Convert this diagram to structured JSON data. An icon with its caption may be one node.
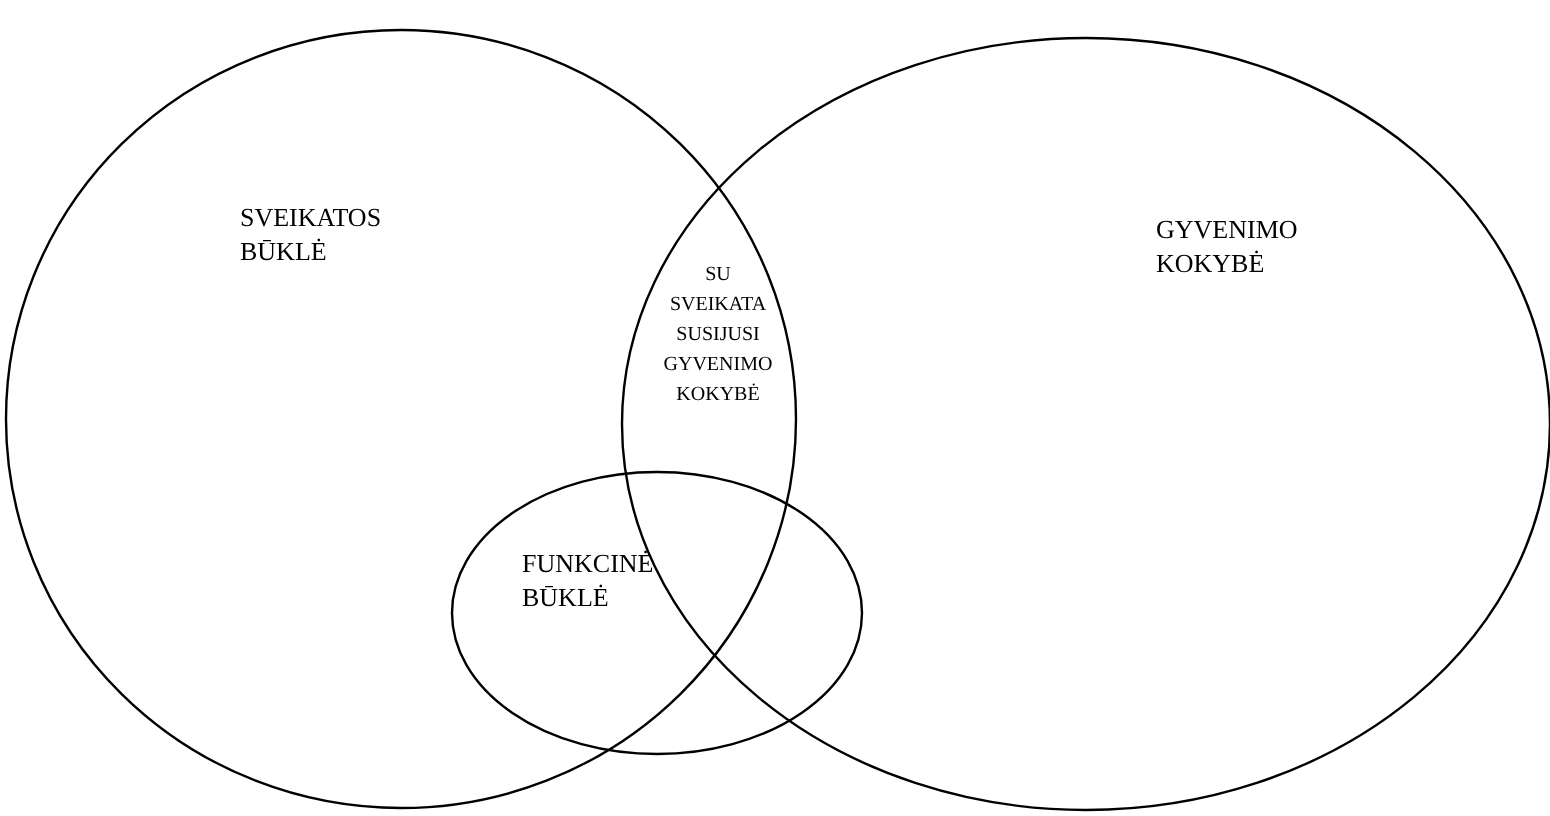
{
  "diagram": {
    "nodes": [
      {
        "text": [
          "SVEIKATOS BŪKLĖ"
        ]
      },
      {
        "text": [
          "GYVENIMO KOKYBĖ"
        ]
      },
      {
        "text": [
          "FUNKCINĖ BŪKLĖ"
        ]
      }
    ],
    "labels": [
      "SU SVEIKATA SUSIJUSI GYVENIMO KOKYBĖ"
    ]
  }
}
